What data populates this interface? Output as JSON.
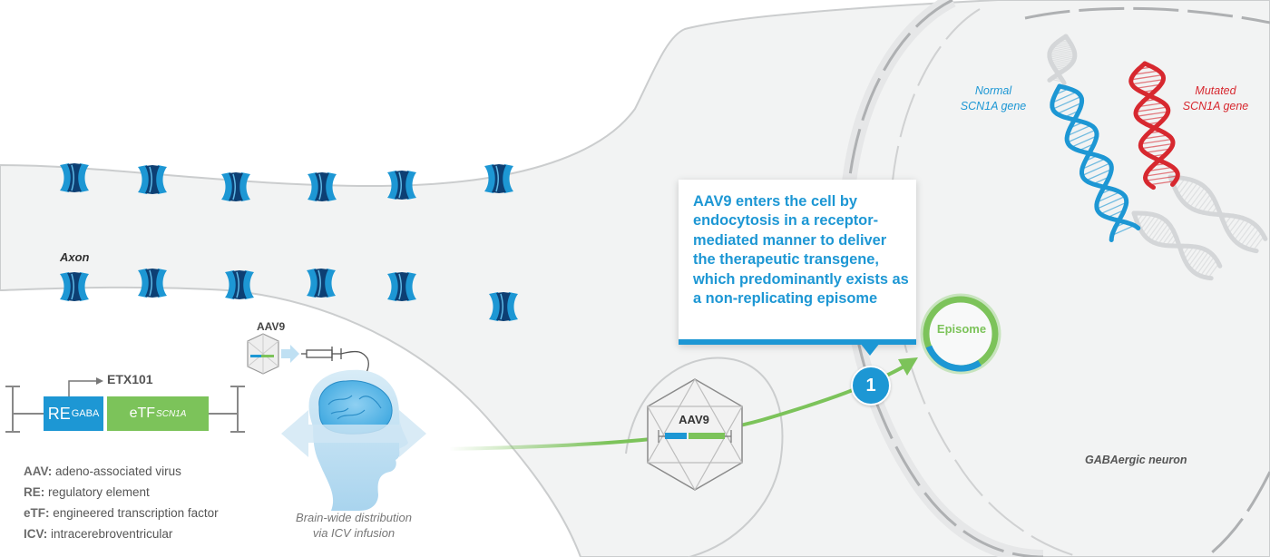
{
  "axon_label": "Axon",
  "construct": {
    "promoter_label": "ETX101",
    "re_label": "RE",
    "re_superscript": "GABA",
    "etf_label": "eTF",
    "etf_superscript": "SCN1A"
  },
  "aav9_vector_label": "AAV9",
  "legend": [
    {
      "abbr": "AAV:",
      "text": " adeno-associated virus"
    },
    {
      "abbr": "RE:",
      "text": " regulatory element"
    },
    {
      "abbr": "eTF:",
      "text": " engineered transcription factor"
    },
    {
      "abbr": "ICV:",
      "text": " intracerebroventricular"
    }
  ],
  "brain_caption_line1": "Brain-wide distribution",
  "brain_caption_line2": "via ICV infusion",
  "capsid_label": "AAV9",
  "callout_text": "AAV9 enters the cell by endocytosis in a receptor-mediated manner to deliver the therapeutic transgene, which predominantly exists as a non-replicating episome",
  "step_number": "1",
  "episome_label": "Episome",
  "normal_gene": {
    "line1": "Normal",
    "line2": "SCN1A gene"
  },
  "mutated_gene": {
    "line1": "Mutated",
    "line2": "SCN1A gene"
  },
  "neuron_label": "GABAergic neuron",
  "colors": {
    "blue": "#1d97d4",
    "green": "#7cc35a",
    "red": "#d7282f",
    "cell_gray": "#f2f3f3",
    "membrane_gray": "#c9cbcc",
    "channel_dark": "#0d3f73"
  }
}
